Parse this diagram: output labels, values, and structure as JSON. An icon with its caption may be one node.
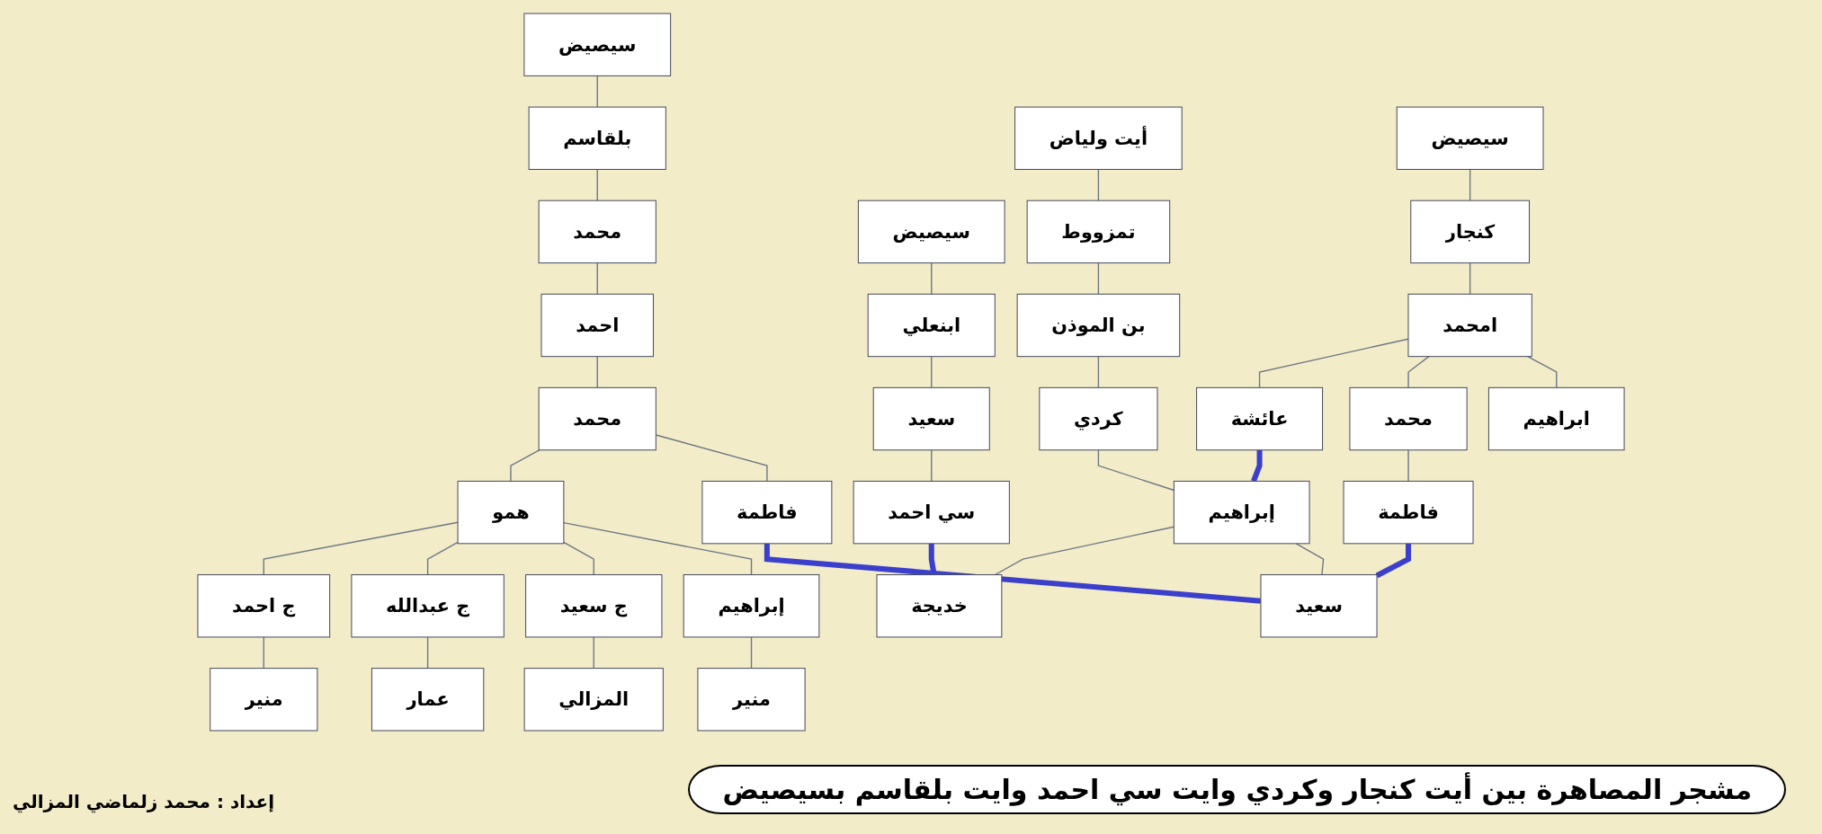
{
  "diagram": {
    "title": "مشجر المصاهرة بين أيت كنجار وكردي وايت سي احمد وايت بلقاسم بسيصيض",
    "caption": "إعداد : محمد زلماضي المزالي",
    "nodes": [
      {
        "text": [
          "سيصيض"
        ]
      },
      {
        "text": [
          "بلقاسم"
        ]
      },
      {
        "text": [
          "محمد"
        ]
      },
      {
        "text": [
          "احمد"
        ]
      },
      {
        "text": [
          "محمد"
        ]
      },
      {
        "text": [
          "همو"
        ]
      },
      {
        "text": [
          "فاطمة"
        ]
      },
      {
        "text": [
          "ج احمد"
        ]
      },
      {
        "text": [
          "ج عبدالله"
        ]
      },
      {
        "text": [
          "ج سعيد"
        ]
      },
      {
        "text": [
          "إبراهيم"
        ]
      },
      {
        "text": [
          "منير"
        ]
      },
      {
        "text": [
          "عمار"
        ]
      },
      {
        "text": [
          "المزالي"
        ]
      },
      {
        "text": [
          "منير"
        ]
      },
      {
        "text": [
          "سيصيض"
        ]
      },
      {
        "text": [
          "ابنعلي"
        ]
      },
      {
        "text": [
          "سعيد"
        ]
      },
      {
        "text": [
          "سي احمد"
        ]
      },
      {
        "text": [
          "أيت ولياض"
        ]
      },
      {
        "text": [
          "تمزووط"
        ]
      },
      {
        "text": [
          "بن الموذن"
        ]
      },
      {
        "text": [
          "كردي"
        ]
      },
      {
        "text": [
          "إبراهيم"
        ]
      },
      {
        "text": [
          "خديجة"
        ]
      },
      {
        "text": [
          "سعيد"
        ]
      },
      {
        "text": [
          "سيصيض"
        ]
      },
      {
        "text": [
          "كنجار"
        ]
      },
      {
        "text": [
          "امحمد"
        ]
      },
      {
        "text": [
          "عائشة"
        ]
      },
      {
        "text": [
          "محمد"
        ]
      },
      {
        "text": [
          "ابراهيم"
        ]
      },
      {
        "text": [
          "فاطمة"
        ]
      }
    ],
    "edges": [
      {
        "from": 0,
        "to": 1,
        "arrow": "none"
      },
      {
        "from": 1,
        "to": 2,
        "arrow": "none"
      },
      {
        "from": 2,
        "to": 3,
        "arrow": "none"
      },
      {
        "from": 3,
        "to": 4,
        "arrow": "none"
      },
      {
        "from": 4,
        "to": 5,
        "arrow": "none"
      },
      {
        "from": 4,
        "to": 6,
        "arrow": "none"
      },
      {
        "from": 5,
        "to": 7,
        "arrow": "none"
      },
      {
        "from": 5,
        "to": 8,
        "arrow": "none"
      },
      {
        "from": 5,
        "to": 9,
        "arrow": "none"
      },
      {
        "from": 5,
        "to": 10,
        "arrow": "none"
      },
      {
        "from": 7,
        "to": 11,
        "arrow": "none"
      },
      {
        "from": 8,
        "to": 12,
        "arrow": "none"
      },
      {
        "from": 9,
        "to": 13,
        "arrow": "none"
      },
      {
        "from": 10,
        "to": 14,
        "arrow": "none"
      },
      {
        "from": 15,
        "to": 16,
        "arrow": "none"
      },
      {
        "from": 16,
        "to": 17,
        "arrow": "none"
      },
      {
        "from": 17,
        "to": 18,
        "arrow": "none"
      },
      {
        "from": 19,
        "to": 20,
        "arrow": "none"
      },
      {
        "from": 20,
        "to": 21,
        "arrow": "none"
      },
      {
        "from": 21,
        "to": 22,
        "arrow": "none"
      },
      {
        "from": 22,
        "to": 23,
        "arrow": "none"
      },
      {
        "from": 23,
        "to": 24,
        "arrow": "none"
      },
      {
        "from": 23,
        "to": 25,
        "arrow": "none"
      },
      {
        "from": 26,
        "to": 27,
        "arrow": "none"
      },
      {
        "from": 27,
        "to": 28,
        "arrow": "none"
      },
      {
        "from": 28,
        "to": 29,
        "arrow": "none"
      },
      {
        "from": 28,
        "to": 30,
        "arrow": "none"
      },
      {
        "from": 28,
        "to": 31,
        "arrow": "none"
      },
      {
        "from": 30,
        "to": 32,
        "arrow": "none"
      },
      {
        "from": 18,
        "to": 24,
        "arrow": "none",
        "style": "thick",
        "color": "#3b3fcc"
      },
      {
        "from": 29,
        "to": 23,
        "arrow": "none",
        "style": "thick",
        "color": "#3b3fcc"
      },
      {
        "from": 6,
        "to": 25,
        "arrow": "none",
        "style": "thick",
        "color": "#3b3fcc"
      },
      {
        "from": 32,
        "to": 25,
        "arrow": "none",
        "style": "thick",
        "color": "#3b3fcc"
      }
    ]
  }
}
